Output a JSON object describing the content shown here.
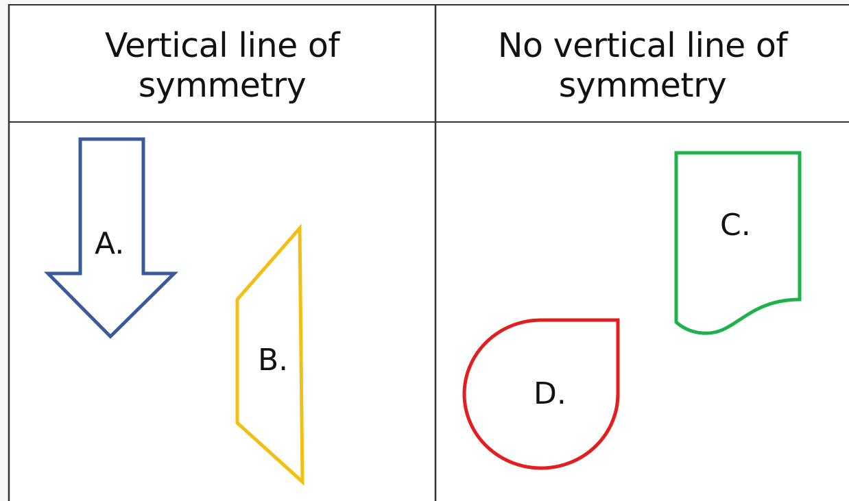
{
  "columns": [
    {
      "heading_line1": "Vertical line of",
      "heading_line2": "symmetry"
    },
    {
      "heading_line1": "No vertical line of",
      "heading_line2": "symmetry"
    }
  ],
  "shapes": {
    "a": {
      "label": "A.",
      "color": "#3a5a9a"
    },
    "b": {
      "label": "B.",
      "color": "#f2bf12"
    },
    "c": {
      "label": "C.",
      "color": "#1db34a"
    },
    "d": {
      "label": "D.",
      "color": "#e31e1e"
    }
  },
  "colors": {
    "grid_line": "#333333",
    "text": "#111111"
  }
}
